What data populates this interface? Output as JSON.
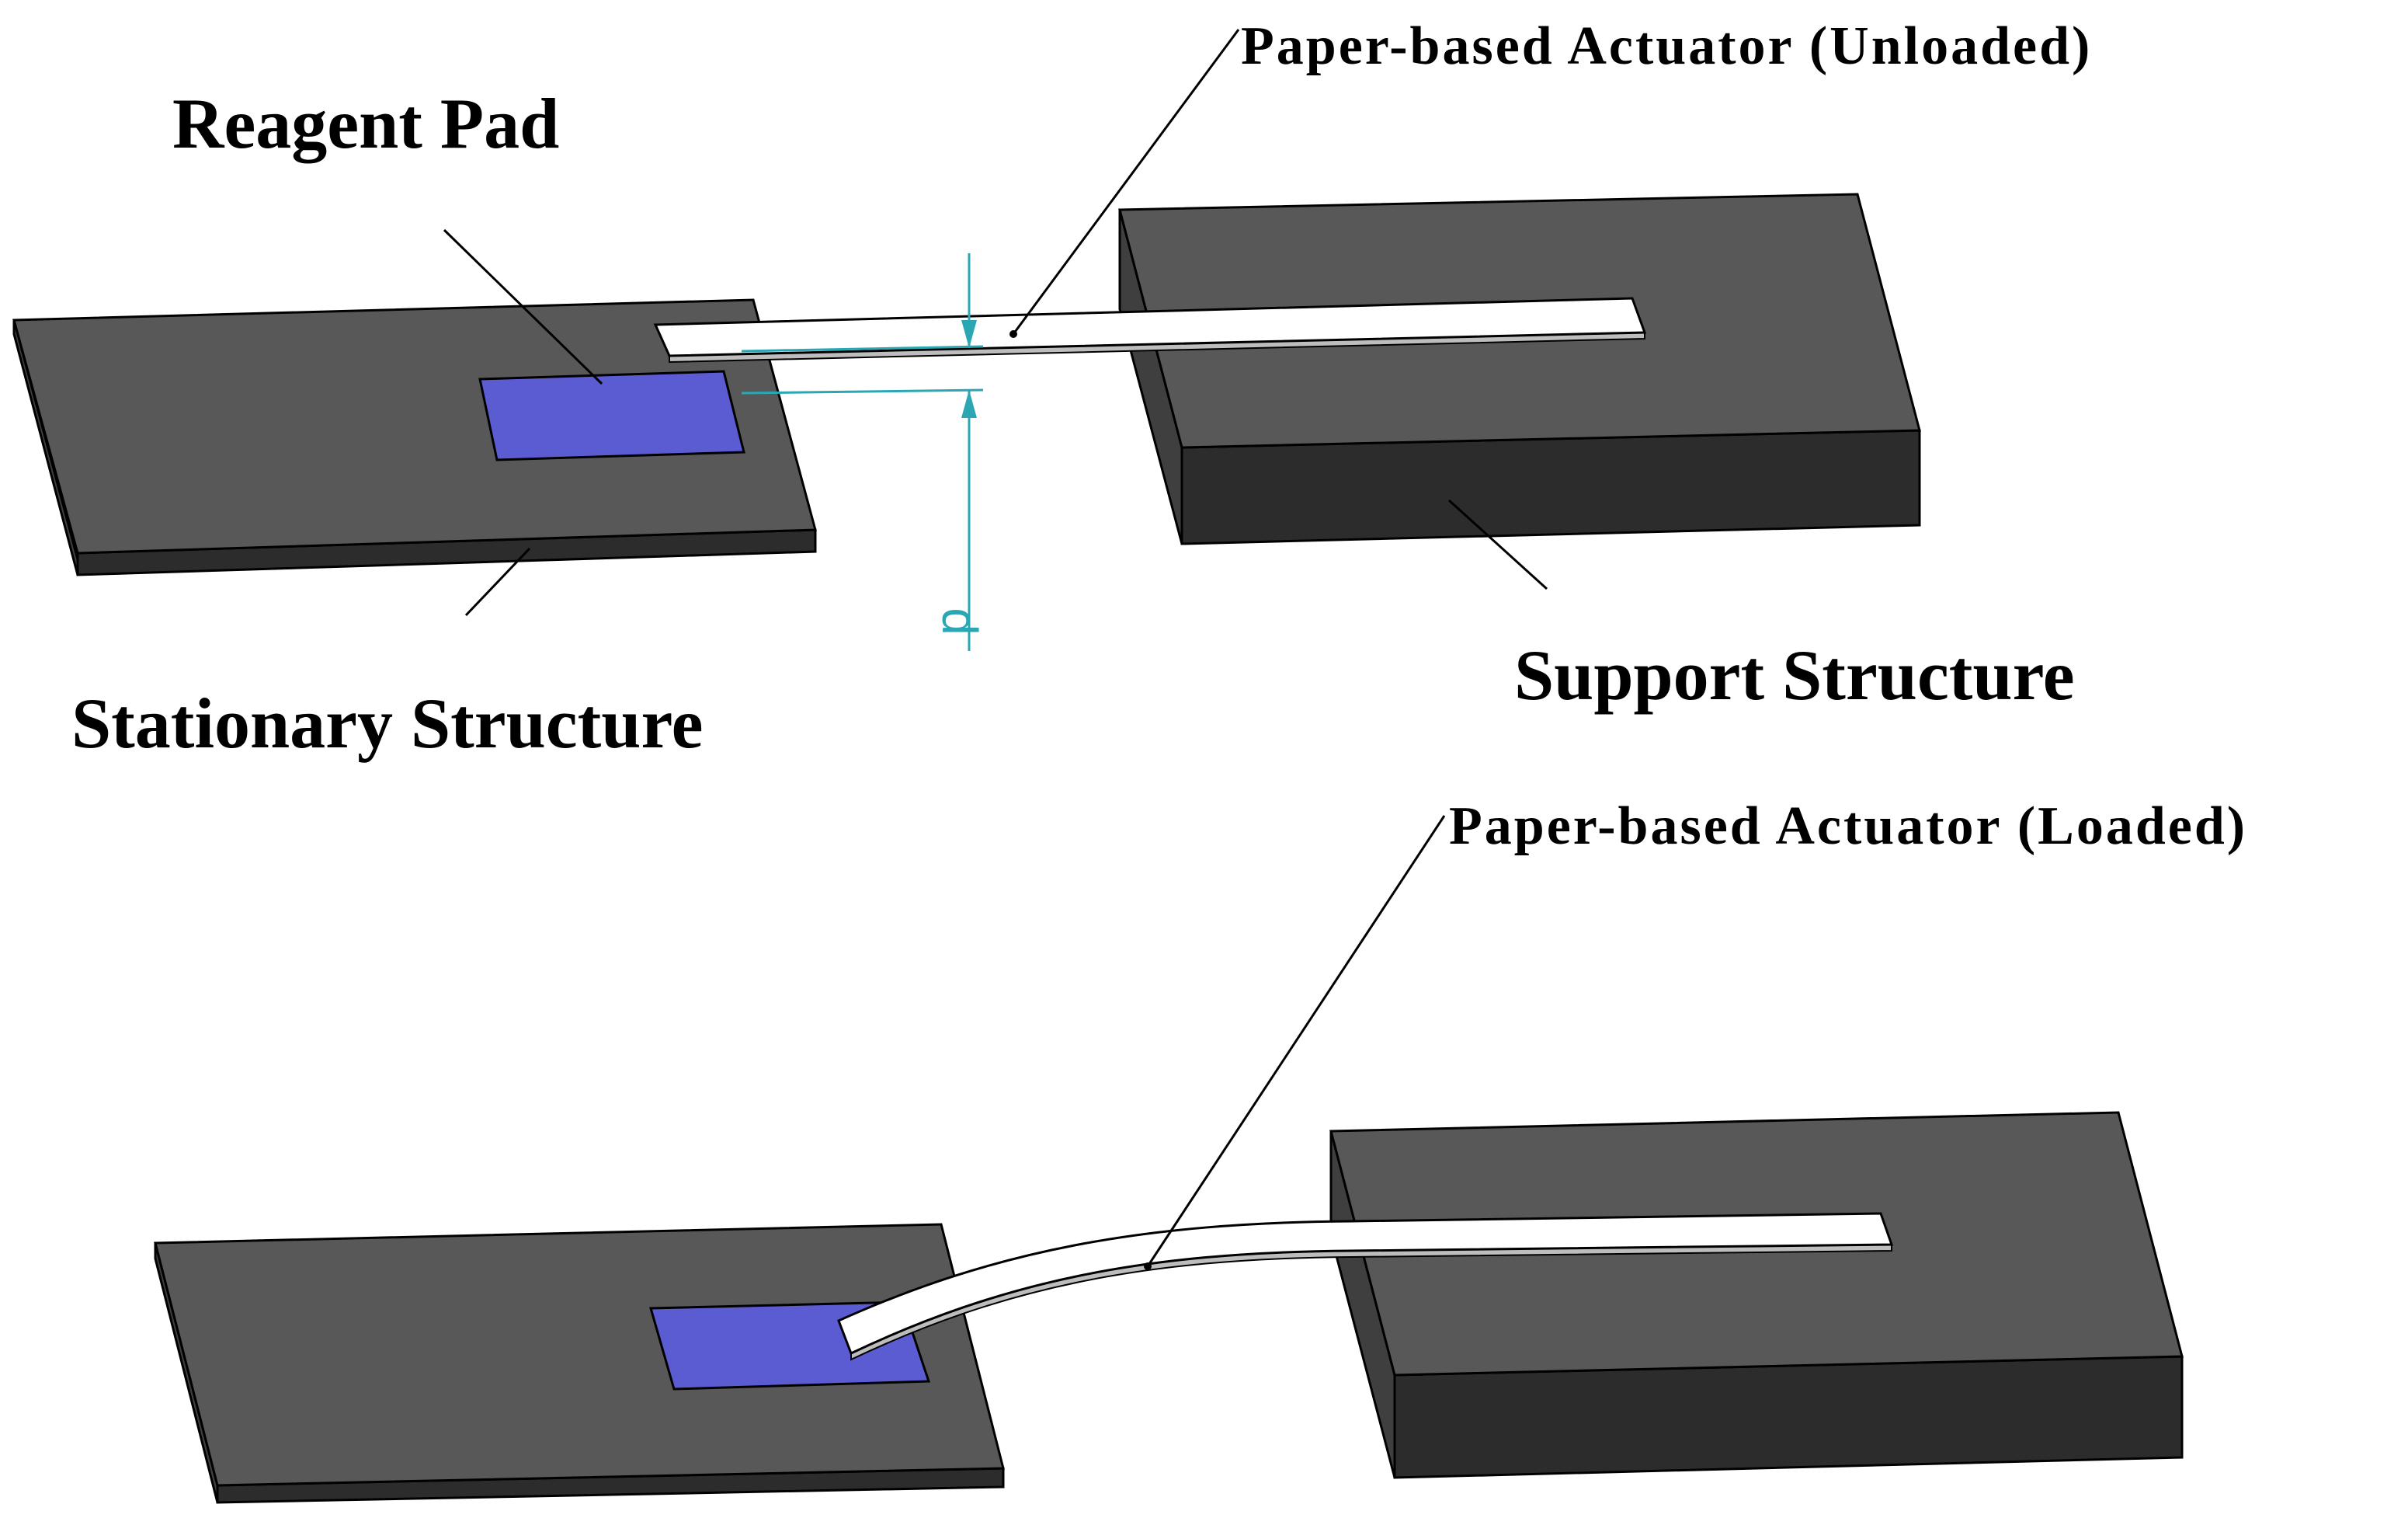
{
  "labels": {
    "actuator_unloaded": "Paper-based Actuator (Unloaded)",
    "reagent_pad": "Reagent Pad",
    "stationary_structure": "Stationary Structure",
    "support_structure": "Support Structure",
    "actuator_loaded": "Paper-based Actuator (Loaded)"
  },
  "dimension": {
    "symbol": "d"
  },
  "colors": {
    "background": "#ffffff",
    "structure_top": "#585858",
    "structure_front": "#2c2c2c",
    "structure_side": "#3f3f3f",
    "reagent_pad": "#5b5bd2",
    "actuator": "#ffffff",
    "dimension_line": "#2aa7b3",
    "leader_line": "#000000"
  }
}
